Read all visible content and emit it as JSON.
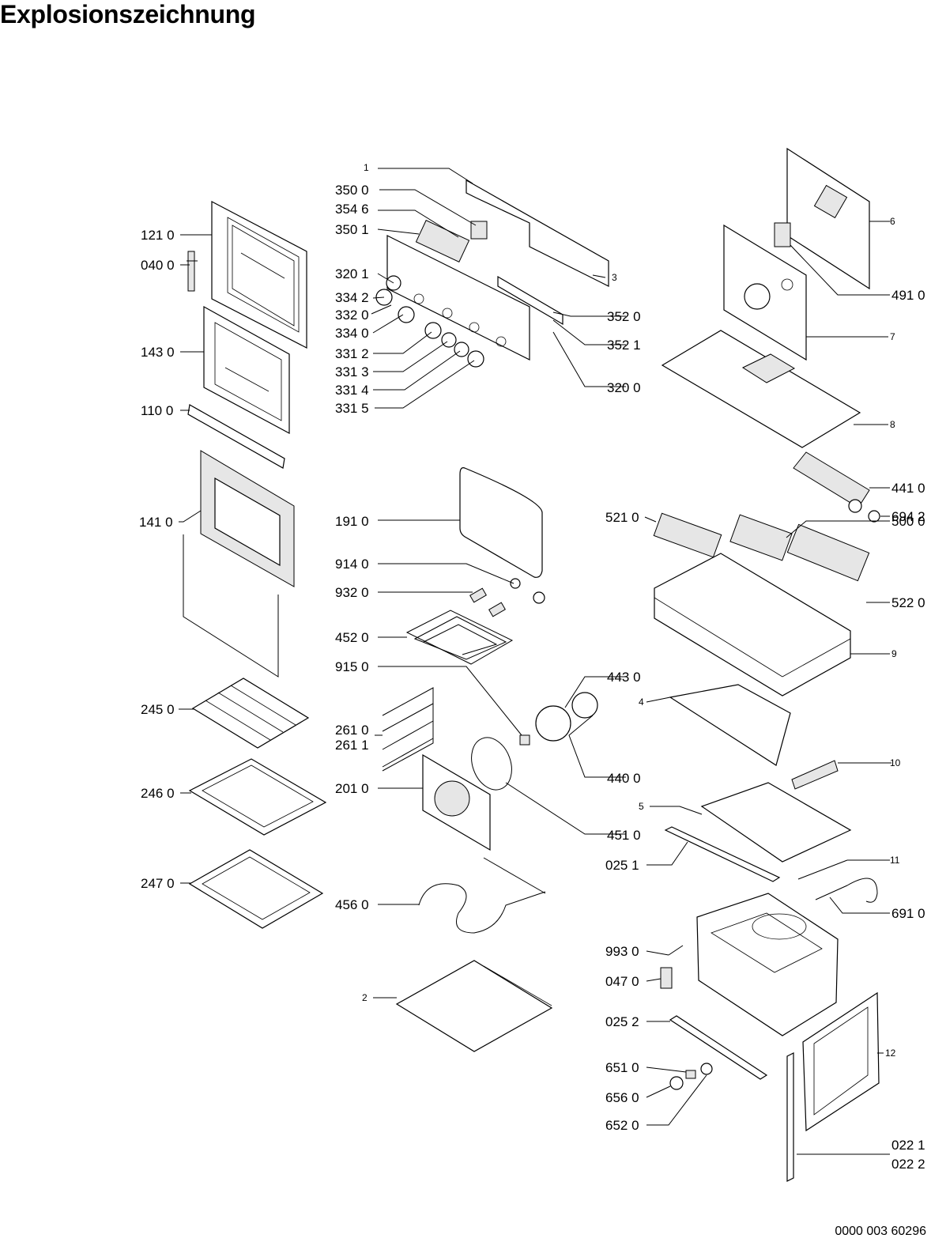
{
  "title": "Explosionszeichnung",
  "footer_code": "0000 003 60296",
  "labels": {
    "l_1": "1",
    "l_3500": "350 0",
    "l_3546": "354 6",
    "l_3501": "350 1",
    "l_3": "3",
    "l_3201": "320 1",
    "l_3342": "334 2",
    "l_3320": "332 0",
    "l_3340": "334 0",
    "l_3312": "331 2",
    "l_3313": "331 3",
    "l_3314": "331 4",
    "l_3315": "331 5",
    "l_3520": "352 0",
    "l_3521": "352 1",
    "l_3200": "320 0",
    "l_1210": "121 0",
    "l_0400": "040 0",
    "l_1430": "143 0",
    "l_1100": "110 0",
    "l_1410": "141 0",
    "l_2450": "245 0",
    "l_2460": "246 0",
    "l_2470": "247 0",
    "l_1910": "191 0",
    "l_9140": "914 0",
    "l_9320": "932 0",
    "l_4520": "452 0",
    "l_9150": "915 0",
    "l_4430": "443 0",
    "l_2610": "261 0",
    "l_2611": "261 1",
    "l_4400": "440 0",
    "l_2010": "201 0",
    "l_4510": "451 0",
    "l_4560": "456 0",
    "l_2": "2",
    "l_6": "6",
    "l_4910": "491 0",
    "l_7": "7",
    "l_8": "8",
    "l_4410": "441 0",
    "l_6942": "694 2",
    "l_5210": "521 0",
    "l_5000": "500 0",
    "l_5220": "522 0",
    "l_9": "9",
    "l_4": "4",
    "l_10": "10",
    "l_5": "5",
    "l_0251": "025 1",
    "l_11": "11",
    "l_6910": "691 0",
    "l_9930": "993 0",
    "l_0470": "047 0",
    "l_0252": "025 2",
    "l_12": "12",
    "l_6510": "651 0",
    "l_6560": "656 0",
    "l_6520": "652 0",
    "l_0221": "022 1",
    "l_0222": "022 2"
  }
}
